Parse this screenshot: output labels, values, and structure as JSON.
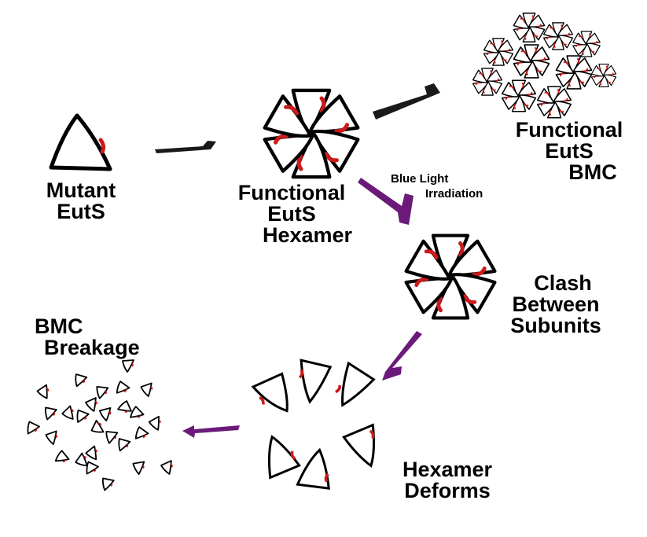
{
  "labels": {
    "mutant": [
      "Mutant",
      "EutS"
    ],
    "functional_hexamer": [
      "Functional",
      "EutS",
      "Hexamer"
    ],
    "functional_bmc": [
      "Functional",
      "EutS",
      "BMC"
    ],
    "blue_light": [
      "Blue Light",
      "Irradiation"
    ],
    "clash": [
      "Clash",
      "Between",
      "Subunits"
    ],
    "deforms": [
      "Hexamer",
      "Deforms"
    ],
    "breakage": [
      "BMC",
      "Breakage"
    ]
  },
  "colors": {
    "outline": "#000000",
    "mutation": "#cc1a1a",
    "arrow_black": "#1a1a1a",
    "arrow_purple": "#6b1a7a"
  }
}
